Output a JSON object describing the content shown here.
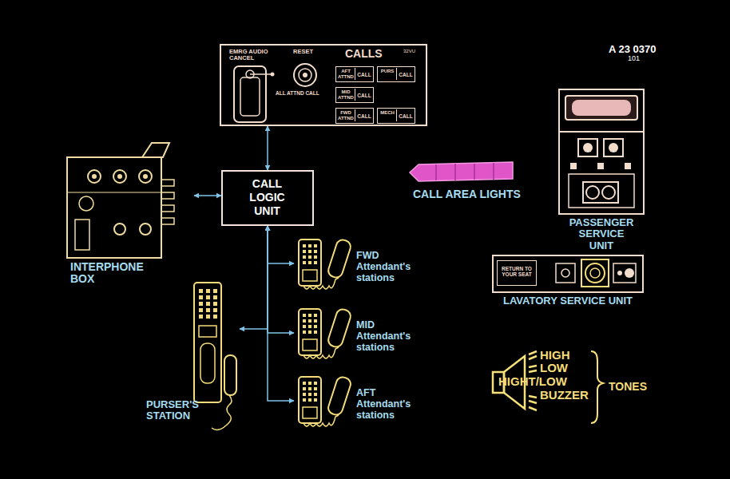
{
  "diagram": {
    "nodes": [
      {
        "text": [
          "EMRG AUDIO CANCEL",
          "RESET",
          "CALLS",
          "32VU",
          "ALL ATTND CALL"
        ]
      },
      {
        "text": [
          "AFT ATTND",
          "CALL"
        ],
        "in": 0
      },
      {
        "text": [
          "PURS",
          "CALL"
        ],
        "in": 0
      },
      {
        "text": [
          "MID ATTND",
          "CALL"
        ],
        "in": 0
      },
      {
        "text": [
          "FWD ATTND",
          "CALL"
        ],
        "in": 0
      },
      {
        "text": [
          "MECH",
          "CALL"
        ],
        "in": 0
      },
      {
        "text": [
          "INTERPHONE BOX"
        ]
      },
      {
        "text": [
          "CALL LOGIC UNIT"
        ]
      },
      {
        "text": [
          "FWD Attendant's stations"
        ]
      },
      {
        "text": [
          "MID Attendant's stations"
        ]
      },
      {
        "text": [
          "AFT Attendant's stations"
        ]
      },
      {
        "text": [
          "PURSER'S STATION"
        ]
      },
      {
        "text": [
          "PASSENGER SERVICE UNIT"
        ]
      },
      {
        "text": [
          "LAVATORY SERVICE UNIT"
        ]
      },
      {
        "text": [
          "RETURN TO YOUR SEAT"
        ],
        "in": 13
      }
    ],
    "edges": [
      {
        "from": 0,
        "to": 7,
        "arrow": "both"
      },
      {
        "from": 6,
        "to": 7,
        "arrow": "both"
      },
      {
        "from": 7,
        "to": 8,
        "arrow": "both"
      },
      {
        "from": 7,
        "to": 9,
        "arrow": "both"
      },
      {
        "from": 7,
        "to": 10,
        "arrow": "both"
      },
      {
        "from": 7,
        "to": 11,
        "arrow": "both"
      }
    ],
    "labels": [
      "A 23 0370",
      "101",
      "CALL AREA LIGHTS",
      "HIGH",
      "LOW",
      "HIGHT/LOW",
      "BUZZER",
      "TONES"
    ]
  }
}
